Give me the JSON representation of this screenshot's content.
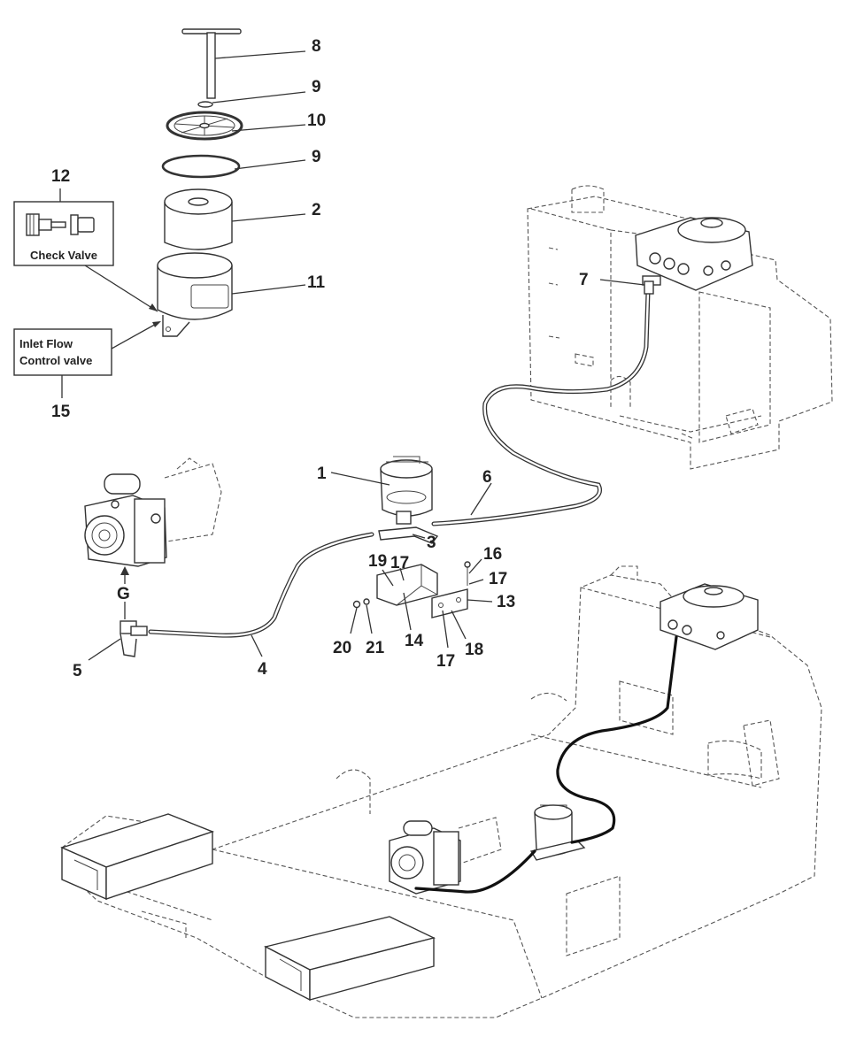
{
  "callouts": {
    "c1": "1",
    "c2": "2",
    "c3": "3",
    "c4": "4",
    "c5": "5",
    "c6": "6",
    "c7": "7",
    "c8": "8",
    "c9a": "9",
    "c9b": "9",
    "c10": "10",
    "c11": "11",
    "c12": "12",
    "c13": "13",
    "c14": "14",
    "c15": "15",
    "c16": "16",
    "c17a": "17",
    "c17b": "17",
    "c17c": "17",
    "c18": "18",
    "c19": "19",
    "c20": "20",
    "c21": "21",
    "g": "G"
  },
  "check_valve_box": {
    "label": "Check Valve"
  },
  "inlet_box": {
    "line1": "Inlet Flow",
    "line2": "Control valve"
  }
}
